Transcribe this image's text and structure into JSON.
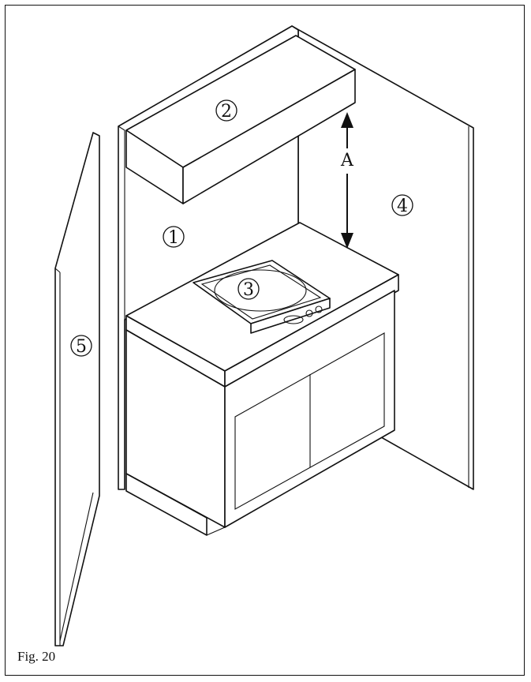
{
  "figure": {
    "caption": "Fig. 20",
    "dimension_label": "A",
    "callouts": [
      "1",
      "2",
      "3",
      "4",
      "5"
    ]
  }
}
